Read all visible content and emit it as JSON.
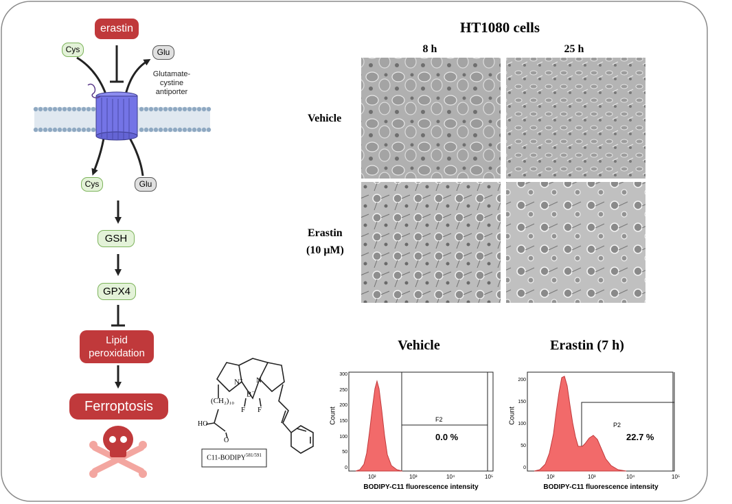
{
  "pathway": {
    "erastin": "erastin",
    "cys_in": "Cys",
    "glu_out": "Glu",
    "transporter_label": "Glutamate-\ncystine\nantiporter",
    "cys_inside": "Cys",
    "glu_inside": "Glu",
    "gsh": "GSH",
    "gpx4": "GPX4",
    "lipid_peroxidation": "Lipid\nperoxidation",
    "ferroptosis": "Ferroptosis",
    "colors": {
      "red": "#c0393b",
      "green_fill": "#e3f2d8",
      "green_stroke": "#7cb35a",
      "purple": "#6f6fe0"
    }
  },
  "microscopy": {
    "title": "HT1080 cells",
    "col_8h": "8 h",
    "col_25h": "25 h",
    "row_vehicle": "Vehicle",
    "row_erastin_1": "Erastin",
    "row_erastin_2": "(10 μM)"
  },
  "molecule": {
    "label_main": "C11-BODIPY",
    "label_sup": "581/591",
    "n_plus": "N",
    "n2": "N",
    "b": "B",
    "f1": "F",
    "f2": "F",
    "chain": "(CH₂)₁₀",
    "ho": "HO",
    "o": "O"
  },
  "flow": {
    "vehicle_title": "Vehicle",
    "erastin_title": "Erastin (7 h)",
    "ylabel": "Count",
    "xlabel": "BODIPY-C11 fluorescence intensity",
    "gate_vehicle": "F2",
    "gate_erastin": "P2",
    "pct_vehicle": "0.0 %",
    "pct_erastin": "22.7 %",
    "xticks": [
      "10²",
      "10³",
      "10⁴",
      "10⁵"
    ],
    "yticks_vehicle": [
      "300",
      "250",
      "200",
      "150",
      "100",
      "50",
      "0"
    ],
    "yticks_erastin": [
      "200",
      "150",
      "100",
      "50",
      "0"
    ]
  }
}
